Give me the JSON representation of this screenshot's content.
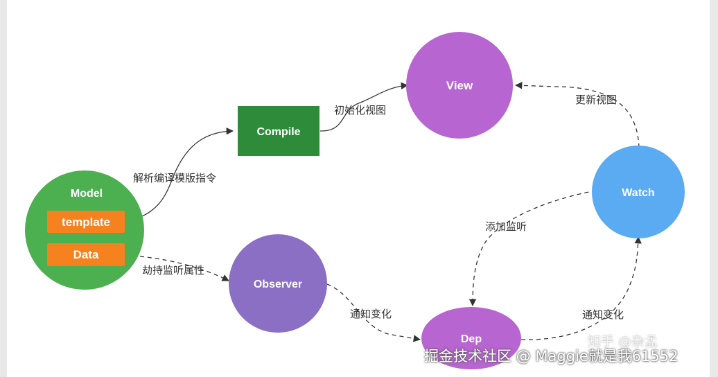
{
  "colors": {
    "model": "#4caf50",
    "model_inner": "#f5821f",
    "compile": "#2e8b3a",
    "view": "#b765d0",
    "observer": "#8a6fc4",
    "dep": "#b765d0",
    "watch": "#5aabf2",
    "edge": "#333333"
  },
  "nodes": {
    "model": "Model",
    "template": "template",
    "data": "Data",
    "compile": "Compile",
    "view": "View",
    "observer": "Observer",
    "dep": "Dep",
    "watch": "Watch"
  },
  "edges": {
    "template_compile": "解析编译模版指令",
    "compile_view": "初始化视图",
    "watch_view": "更新视图",
    "data_observer": "劫持监听属性",
    "observer_dep": "通知变化",
    "watch_dep": "添加监听",
    "dep_watch": "通知变化"
  },
  "watermark": {
    "main": "掘金技术社区 @ Maggie就是我61552",
    "zhihu": "知乎 @杂孟"
  }
}
